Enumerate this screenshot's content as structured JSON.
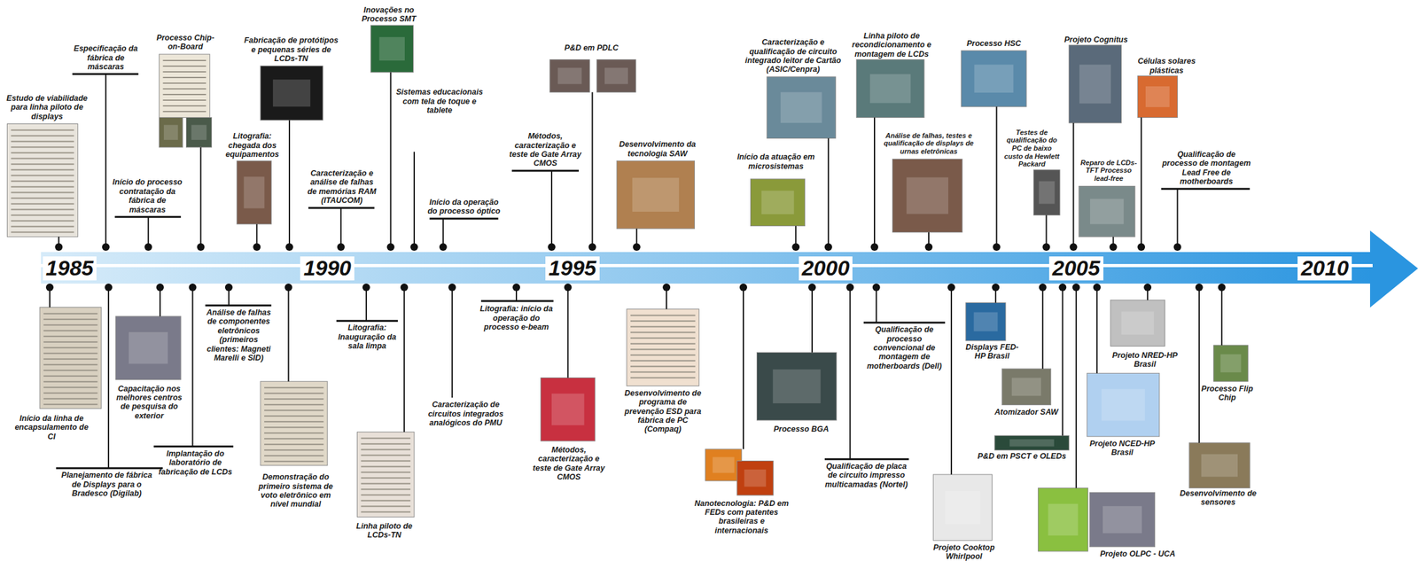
{
  "diagram": {
    "labels": [
      "Estudo de viabilidade para linha piloto de displays",
      "Especificação da fábrica de máscaras",
      "Processo Chip-on-Board",
      "Início do processo contratação da fábrica de máscaras",
      "Litografia: chegada dos equipamentos",
      "Fabricação de protótipos e pequenas séries de LCDs-TN",
      "Caracterização e análise de falhas de memórias RAM (ITAUCOM)",
      "Inovações no Processo SMT",
      "Sistemas educacionais com tela de toque e tablete",
      "Início da operação do processo óptico",
      "Métodos, caracterização e teste de Gate Array CMOS",
      "P&D em PDLC",
      "Desenvolvimento da tecnologia SAW",
      "Caracterização e qualificação de circuito integrado leitor de Cartão (ASIC/Cenpra)",
      "Início da atuação em microsistemas",
      "Linha piloto de recondicionamento e montagem de LCDs",
      "Análise de falhas, testes e qualificação de displays de urnas eletrônicas",
      "Processo HSC",
      "Testes de qualificação do PC de baixo custo da Hewlett Packard",
      "Projeto Cognitus",
      "Reparo de LCDs-TFT Processo lead-free",
      "Células solares plásticas",
      "Qualificação de processo de montagem Lead Free de motherboards",
      "Início da linha de encapsulamento de CI",
      "Planejamento de fábrica de Displays para o Bradesco (Digilab)",
      "Capacitação nos melhores centros de pesquisa do exterior",
      "Implantação do laboratório de fabricação de LCDs",
      "Análise de falhas de componentes eletrônicos (primeiros clientes: Magneti Marelli e SID)",
      "Demonstração do primeiro sistema de voto eletrônico em nível mundial",
      "Litografia: Inauguração da sala limpa",
      "Linha piloto de LCDs-TN",
      "Caracterização de circuitos integrados analógicos do PMU",
      "Litografia: início da operação do processo e-beam",
      "Métodos, caracterização e teste de Gate Array CMOS",
      "Desenvolvimento de programa de prevenção ESD para fábrica de PC (Compaq)",
      "Nanotecnologia: P&D em FEDs com patentes brasileiras e internacionais",
      "Processo BGA",
      "Qualificação de placa de circuito impresso multicamadas (Nortel)",
      "Qualificação de processo convencional de montagem de motherboards (Dell)",
      "Projeto Cooktop Whirlpool",
      "Displays FED-HP Brasil",
      "Atomizador SAW",
      "P&D em PSCT e OLEDs",
      "Projeto OLPC - UCA",
      "Projeto NCED-HP Brasil",
      "Projeto NRED-HP Brasil",
      "Desenvolvimento de sensores",
      "Processo Flip Chip",
      "1985",
      "1990",
      "1995",
      "2000",
      "2005",
      "2010"
    ]
  }
}
